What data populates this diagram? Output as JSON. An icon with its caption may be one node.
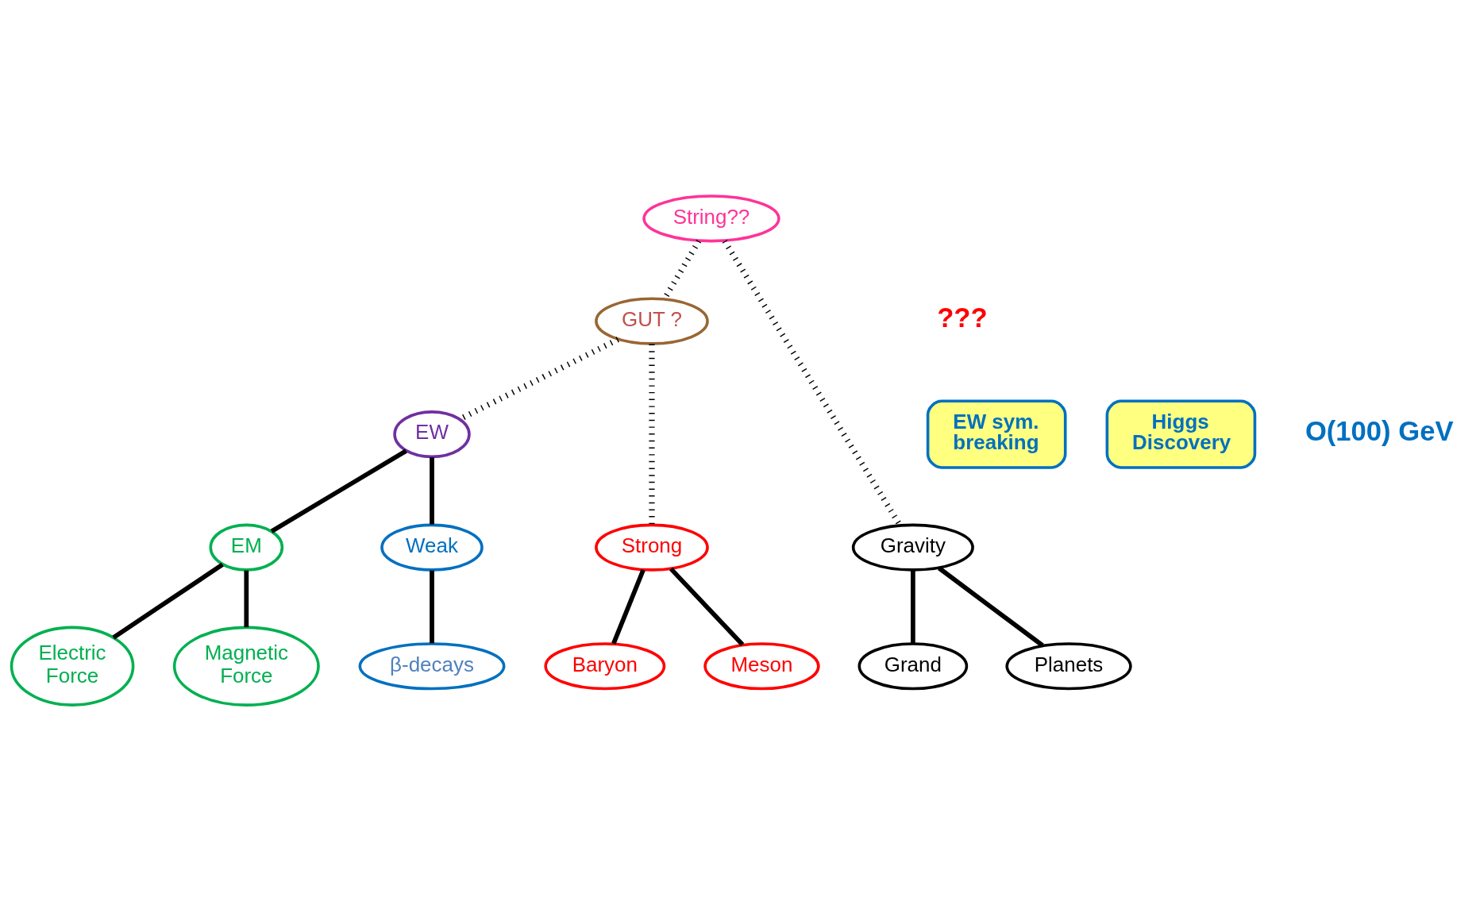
{
  "diagram": {
    "nodes": [
      {
        "text": [
          "String??"
        ]
      },
      {
        "text": [
          "GUT ?"
        ]
      },
      {
        "text": [
          "EW"
        ]
      },
      {
        "text": [
          "EM"
        ]
      },
      {
        "text": [
          "Weak"
        ]
      },
      {
        "text": [
          "Strong"
        ]
      },
      {
        "text": [
          "Gravity"
        ]
      },
      {
        "text": [
          "Electric Force"
        ]
      },
      {
        "text": [
          "Magnetic Force"
        ]
      },
      {
        "text": [
          "β-decays"
        ]
      },
      {
        "text": [
          "Baryon"
        ]
      },
      {
        "text": [
          "Meson"
        ]
      },
      {
        "text": [
          "Grand"
        ]
      },
      {
        "text": [
          "Planets"
        ]
      },
      {
        "text": [
          "EW sym. breaking"
        ]
      },
      {
        "text": [
          "Higgs Discovery"
        ]
      }
    ],
    "edges": [
      {
        "from": 0,
        "to": 1,
        "arrow": "none",
        "style": "dashed"
      },
      {
        "from": 0,
        "to": 6,
        "arrow": "none",
        "style": "dashed"
      },
      {
        "from": 1,
        "to": 2,
        "arrow": "none",
        "style": "dashed"
      },
      {
        "from": 1,
        "to": 5,
        "arrow": "none",
        "style": "dashed"
      },
      {
        "from": 2,
        "to": 3,
        "arrow": "none"
      },
      {
        "from": 2,
        "to": 4,
        "arrow": "none"
      },
      {
        "from": 3,
        "to": 7,
        "arrow": "none"
      },
      {
        "from": 3,
        "to": 8,
        "arrow": "none"
      },
      {
        "from": 4,
        "to": 9,
        "arrow": "none"
      },
      {
        "from": 5,
        "to": 10,
        "arrow": "none"
      },
      {
        "from": 5,
        "to": 11,
        "arrow": "none"
      },
      {
        "from": 6,
        "to": 12,
        "arrow": "none"
      },
      {
        "from": 6,
        "to": 13,
        "arrow": "none"
      }
    ],
    "labels": [
      "???",
      "O(100) GeV"
    ]
  }
}
